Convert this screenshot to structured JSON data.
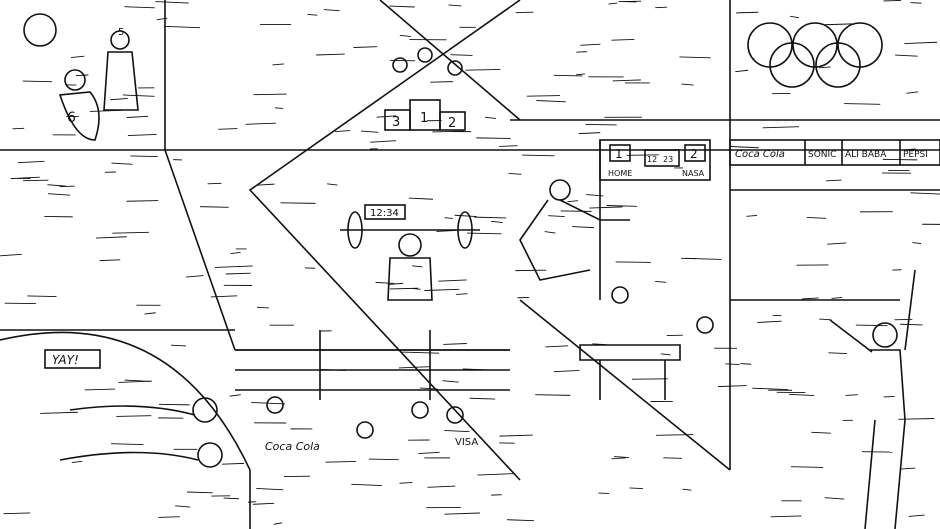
{
  "scoreboard": {
    "home_score": "1",
    "home_label": "HOME",
    "clock_left": "12",
    "clock_right": "23",
    "away_score": "2",
    "away_label": "NASA"
  },
  "weightlifting_clock": "12:34",
  "podium": {
    "first": "1",
    "second": "2",
    "third": "3"
  },
  "sponsor_boards": [
    "Coca Cola",
    "SONIC",
    "ALI BABA",
    "PEPSI"
  ],
  "crowd_sign": "YAY!",
  "track_banners": [
    "Coca Cola",
    "VISA"
  ],
  "jersey_numbers": [
    "6",
    "5"
  ],
  "colors": {
    "line": "#111111",
    "background": "#ffffff"
  }
}
